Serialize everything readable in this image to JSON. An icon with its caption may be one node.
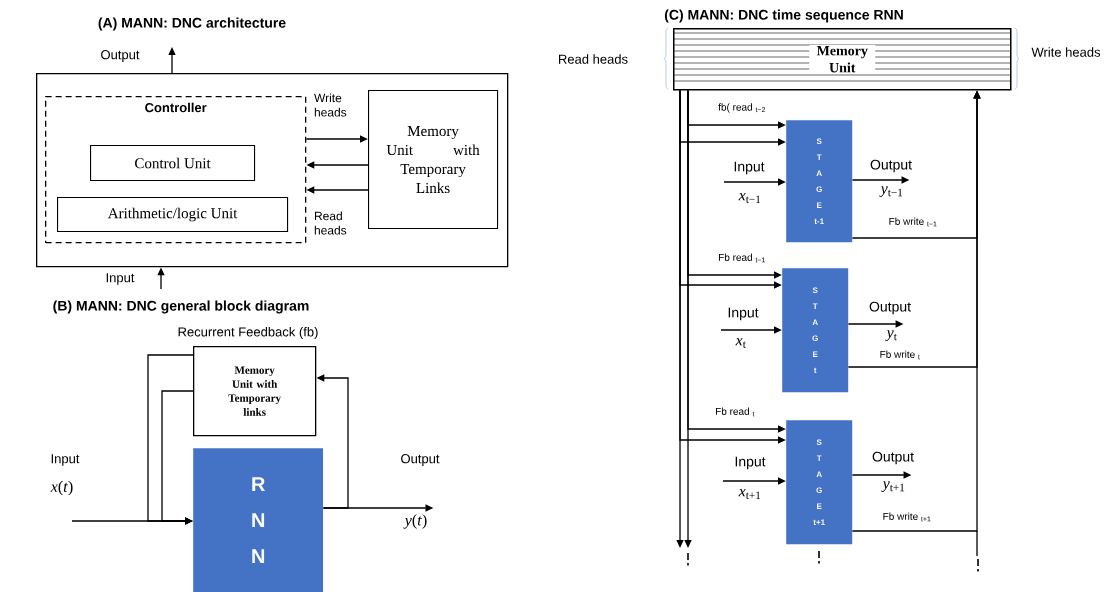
{
  "diagram": {
    "nodes": [
      {
        "text": [],
        "shape": "box"
      },
      {
        "text": [
          "Controller"
        ],
        "in": 0
      },
      {
        "text": [
          "Control Unit"
        ],
        "in": 1
      },
      {
        "text": [
          "Arithmetic/logic Unit"
        ],
        "in": 1
      },
      {
        "text": [
          "Memory Unit with Temporary Links"
        ],
        "in": 0
      },
      {
        "text": [
          "Memory Unit with Temporary links"
        ],
        "beside": [
          "Recurrent Feedback (fb)"
        ]
      },
      {
        "text": [
          "R N N"
        ]
      },
      {
        "text": [
          "Memory Unit"
        ],
        "beside": [
          "Read heads",
          "Write heads"
        ]
      },
      {
        "text": [
          "S T A G E t-1"
        ]
      },
      {
        "text": [
          "S T A G E t"
        ]
      },
      {
        "text": [
          "S T A G E t+1"
        ]
      },
      {
        "text": [
          "*y*(*t*)"
        ]
      },
      {
        "text": [
          "*y*$_{t−1}$"
        ]
      },
      {
        "text": [
          "*y*$_{t}$"
        ]
      },
      {
        "text": [
          "*y*$_{t+1}$"
        ]
      }
    ],
    "edges": [
      {
        "from": 0,
        "to": null,
        "arrow": "to",
        "label": "Output"
      },
      {
        "from": null,
        "to": 0,
        "arrow": "to",
        "label": "Input"
      },
      {
        "from": 1,
        "to": 4,
        "arrow": "to",
        "label": "Write heads"
      },
      {
        "from": 4,
        "to": 1,
        "arrow": "to"
      },
      {
        "from": 4,
        "to": 1,
        "arrow": "to",
        "label": "Read heads"
      },
      {
        "from": null,
        "to": 6,
        "arrow": "to",
        "label": "Input"
      },
      {
        "from": 5,
        "to": 6,
        "arrow": "to"
      },
      {
        "from": 5,
        "to": 6,
        "arrow": "to"
      },
      {
        "from": 6,
        "to": 11,
        "arrow": "to",
        "label": "Output"
      },
      {
        "from": 6,
        "to": 5,
        "arrow": "to"
      },
      {
        "from": 7,
        "to": 8,
        "arrow": "to",
        "label": "fb( read $_{t−2}$"
      },
      {
        "from": 7,
        "to": 8,
        "arrow": "to"
      },
      {
        "from": 7,
        "to": 9,
        "arrow": "to",
        "label": "Fb read $_{t−1}$"
      },
      {
        "from": 7,
        "to": 9,
        "arrow": "to"
      },
      {
        "from": 7,
        "to": 10,
        "arrow": "to",
        "label": "Fb read $_{t}$"
      },
      {
        "from": 7,
        "to": 10,
        "arrow": "to"
      },
      {
        "from": 7,
        "to": null,
        "arrow": "to"
      },
      {
        "from": 7,
        "to": null,
        "arrow": "to"
      },
      {
        "from": null,
        "to": 8,
        "arrow": "to",
        "label": "Input"
      },
      {
        "from": 8,
        "to": 12,
        "arrow": "to",
        "label": "Output"
      },
      {
        "from": 8,
        "to": 7,
        "arrow": "to",
        "label": "Fb write $_{t−1}$"
      },
      {
        "from": null,
        "to": 9,
        "arrow": "to",
        "label": "Input"
      },
      {
        "from": 9,
        "to": 13,
        "arrow": "to",
        "label": "Output"
      },
      {
        "from": 9,
        "to": 7,
        "arrow": "to",
        "label": "Fb write $_{t}$"
      },
      {
        "from": null,
        "to": 10,
        "arrow": "to",
        "label": "Input"
      },
      {
        "from": 10,
        "to": 14,
        "arrow": "to",
        "label": "Output"
      },
      {
        "from": 10,
        "to": 7,
        "arrow": "to",
        "label": "Fb write $_{t+1}$"
      }
    ],
    "labels": [
      "(A) MANN: DNC architecture",
      "(B) MANN: DNC general block diagram",
      "*x*(*t*)",
      "(C) MANN: DNC time sequence RNN",
      "*x*$_{t−1}$",
      "*x*$_{t}$",
      "*x*$_{t+1}$"
    ]
  }
}
